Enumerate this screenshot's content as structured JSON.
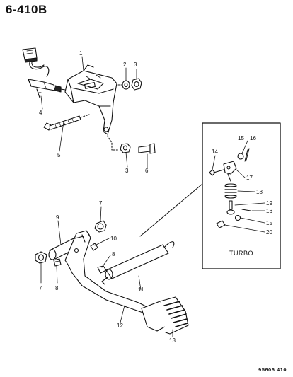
{
  "page_ref": "6-410B",
  "doc_code": "95606 410",
  "inset_label": "TURBO",
  "callouts": {
    "c1": "1",
    "c2": "2",
    "c3a": "3",
    "c3b": "3",
    "c4": "4",
    "c5": "5",
    "c6": "6",
    "c7a": "7",
    "c7b": "7",
    "c8a": "8",
    "c8b": "8",
    "c9": "9",
    "c10": "10",
    "c11": "11",
    "c12": "12",
    "c13": "13",
    "c14": "14",
    "c15a": "15",
    "c15b": "15",
    "c16a": "16",
    "c16b": "16",
    "c17": "17",
    "c18": "18",
    "c19": "19",
    "c20": "20"
  }
}
